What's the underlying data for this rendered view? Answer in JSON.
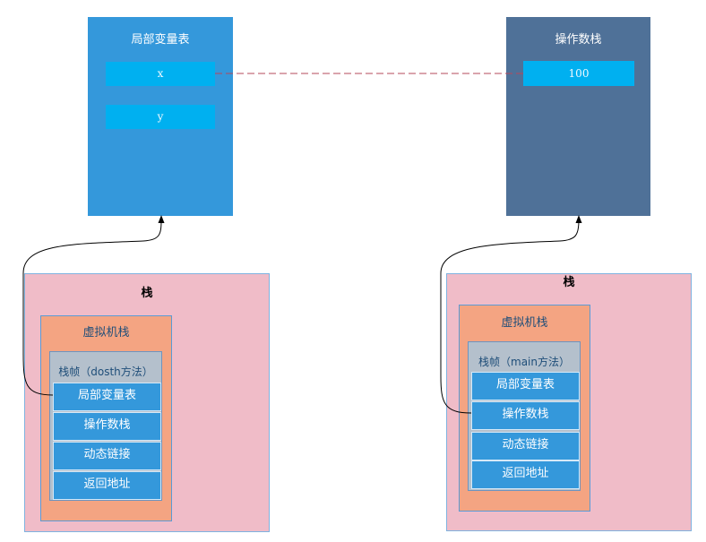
{
  "top": {
    "local_var_table": {
      "title": "局部变量表",
      "slots": [
        "x",
        "y"
      ]
    },
    "operand_stack": {
      "title": "操作数栈",
      "slots": [
        "100"
      ]
    }
  },
  "stacks": [
    {
      "title": "栈",
      "vm_stack": "虚拟机栈",
      "frame": {
        "title": "栈帧（dosth方法）",
        "parts": [
          "局部变量表",
          "操作数栈",
          "动态链接",
          "返回地址"
        ]
      }
    },
    {
      "title": "栈",
      "vm_stack": "虚拟机栈",
      "frame": {
        "title": "栈帧（main方法）",
        "parts": [
          "局部变量表",
          "操作数栈",
          "动态链接",
          "返回地址"
        ]
      }
    }
  ],
  "colors": {
    "local_var_table": "#3498db",
    "operand_stack": "#4f7198",
    "slot": "#00b0f0",
    "stack": "#f0bcc8",
    "vm_stack": "#f4a482",
    "frame": "#b4c0cc",
    "link_line": "#b5495b"
  }
}
